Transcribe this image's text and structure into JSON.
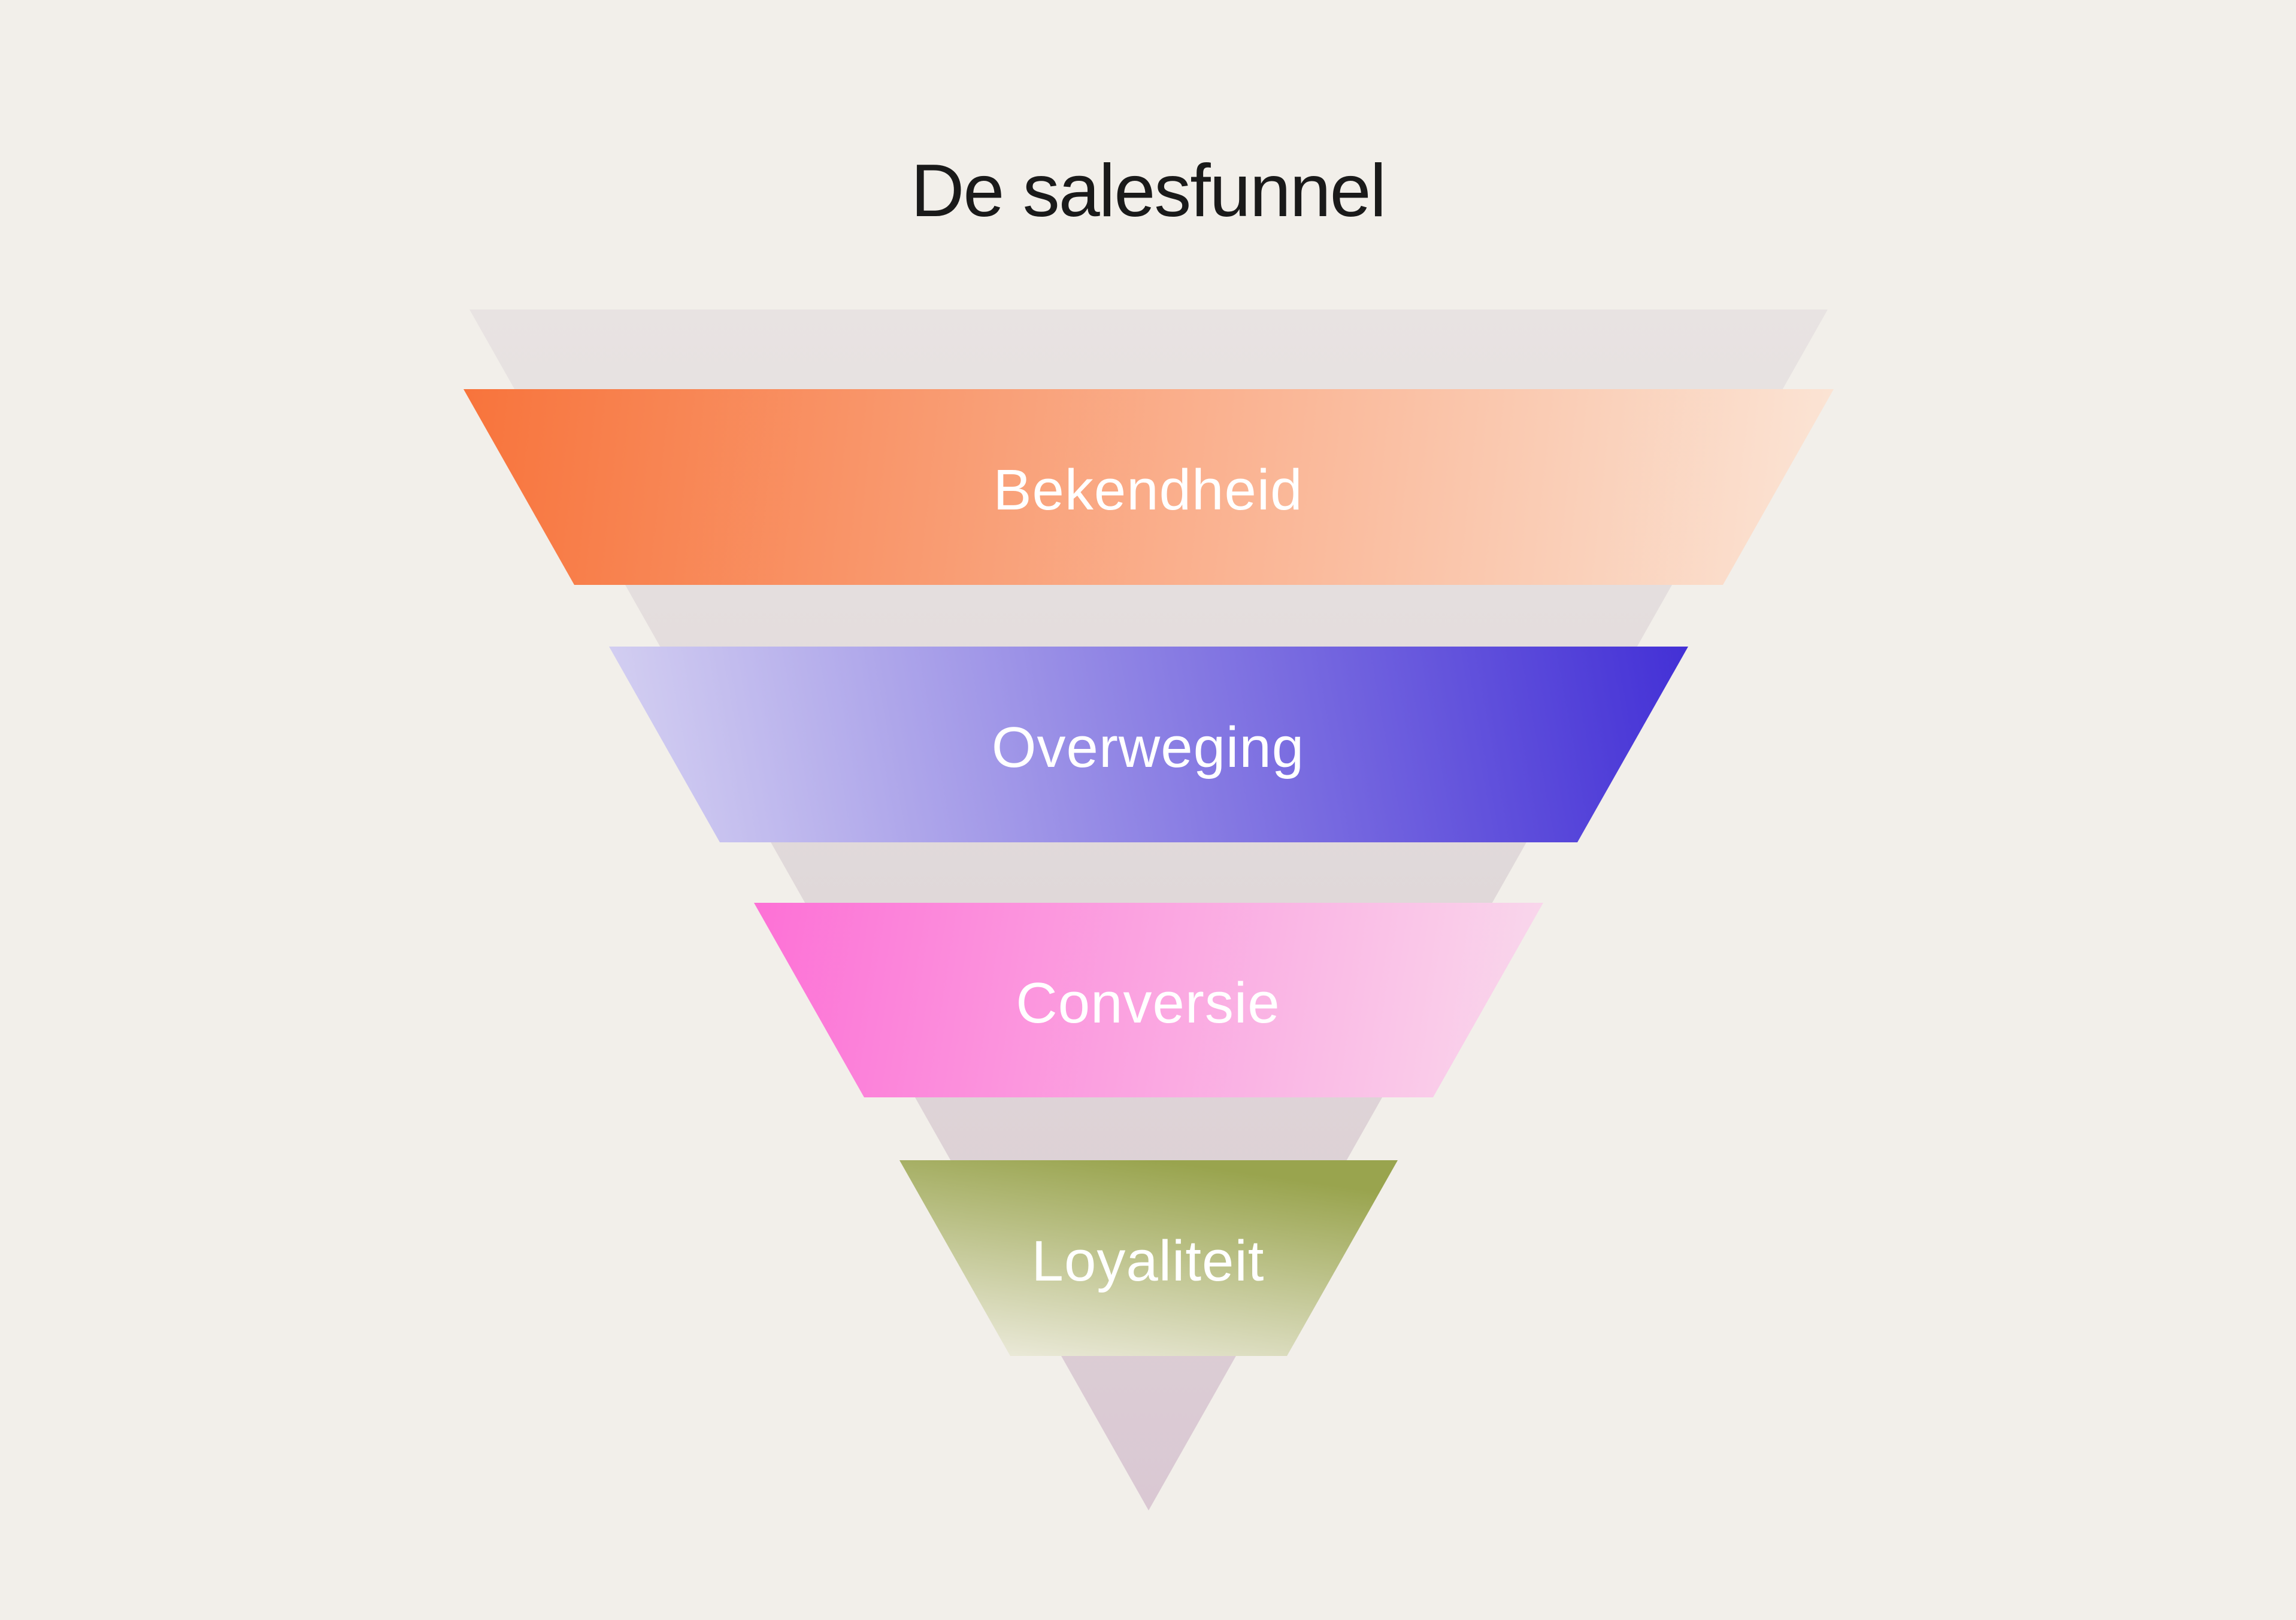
{
  "title": "De salesfunnel",
  "page": {
    "background": "#F2EFEA",
    "title_color": "#1A1A1A",
    "label_color": "#FFFFFF"
  },
  "funnel": {
    "background_triangle": {
      "color_top": "#E8E3E2",
      "color_mid": "#DFD7D8",
      "color_bottom": "#DAC8D3"
    },
    "stages": [
      {
        "label": "Bekendheid",
        "color_start": "#F8743C",
        "color_end": "#FBE5D6"
      },
      {
        "label": "Overweging",
        "color_start": "#4330D6",
        "color_end": "#D7D3F2"
      },
      {
        "label": "Conversie",
        "color_start": "#FD71D6",
        "color_end": "#F9D9EC"
      },
      {
        "label": "Loyaliteit",
        "color_start": "#99A44E",
        "color_end": "#E9E8D6"
      }
    ]
  }
}
